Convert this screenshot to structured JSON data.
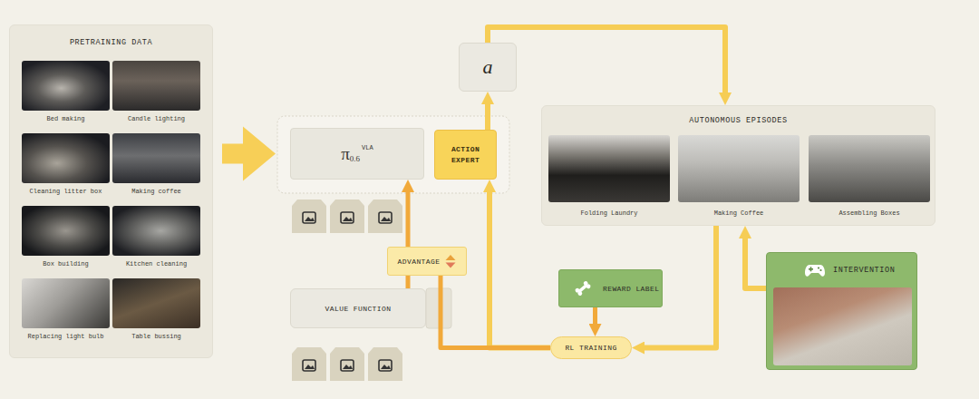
{
  "diagram": {
    "nodes": [
      {
        "text": [
          "PRETRAINING DATA"
        ]
      },
      {
        "text": [
          "Bed making"
        ],
        "in": 0
      },
      {
        "text": [
          "Candle lighting"
        ],
        "in": 0
      },
      {
        "text": [
          "Cleaning litter box"
        ],
        "in": 0
      },
      {
        "text": [
          "Making coffee"
        ],
        "in": 0
      },
      {
        "text": [
          "Box building"
        ],
        "in": 0
      },
      {
        "text": [
          "Kitchen cleaning"
        ],
        "in": 0
      },
      {
        "text": [
          "Replacing light bulb"
        ],
        "in": 0
      },
      {
        "text": [
          "Table bussing"
        ],
        "in": 0
      },
      {
        "text": [
          "π",
          "0.6",
          "VLA"
        ]
      },
      {
        "text": [
          "ACTION EXPERT"
        ]
      },
      {
        "text": [
          "a"
        ]
      },
      {
        "text": [
          "ADVANTAGE"
        ]
      },
      {
        "text": [
          "VALUE FUNCTION"
        ]
      },
      {
        "text": [
          "RL TRAINING"
        ]
      },
      {
        "text": [
          "REWARD LABEL"
        ]
      },
      {
        "text": [
          "AUTONOMOUS EPISODES"
        ]
      },
      {
        "text": [
          "Folding Laundry"
        ],
        "in": 16
      },
      {
        "text": [
          "Making Coffee"
        ],
        "in": 16
      },
      {
        "text": [
          "Assembling Boxes"
        ],
        "in": 16
      },
      {
        "text": [
          "INTERVENTION"
        ]
      }
    ],
    "edges": [
      {
        "from": 0,
        "to": 9,
        "arrow": "to"
      },
      {
        "from": 10,
        "to": 11,
        "arrow": "to"
      },
      {
        "from": 11,
        "to": 16,
        "arrow": "to"
      },
      {
        "from": 16,
        "to": 14,
        "arrow": "to"
      },
      {
        "from": 15,
        "to": 14,
        "arrow": "to"
      },
      {
        "from": 20,
        "to": 16,
        "arrow": "to"
      },
      {
        "from": 14,
        "to": 10,
        "arrow": "to"
      },
      {
        "from": 14,
        "to": 12,
        "arrow": "none"
      },
      {
        "from": 13,
        "to": 12,
        "arrow": "none"
      },
      {
        "from": 12,
        "to": 9,
        "arrow": "to"
      }
    ]
  }
}
